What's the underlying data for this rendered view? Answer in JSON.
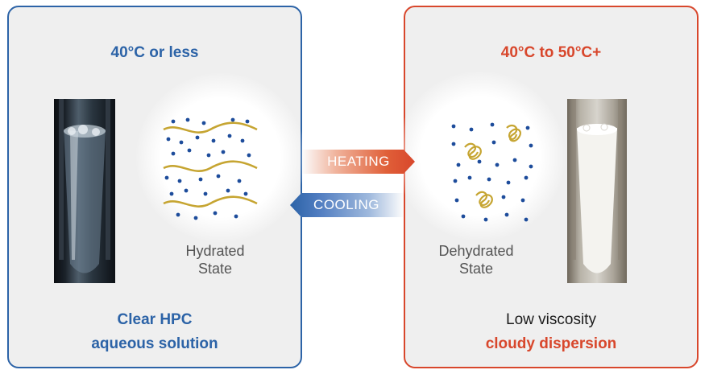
{
  "left_panel": {
    "title": "40°C or less",
    "state_label": [
      "Hydrated",
      "State"
    ],
    "caption": [
      "Clear HPC",
      "aqueous solution"
    ],
    "border_color": "#2c63a7"
  },
  "right_panel": {
    "title": "40°C to 50°C+",
    "state_label": [
      "Dehydrated",
      "State"
    ],
    "caption": [
      "Low viscosity",
      "cloudy dispersion"
    ],
    "border_color": "#d8472c"
  },
  "arrows": {
    "heating": "HEATING",
    "cooling": "COOLING"
  },
  "colors": {
    "molecule_dot": "#1d4c9b",
    "polymer_chain": "#c6a532",
    "heat_accent": "#d8472c",
    "cool_accent": "#2c63a7"
  }
}
